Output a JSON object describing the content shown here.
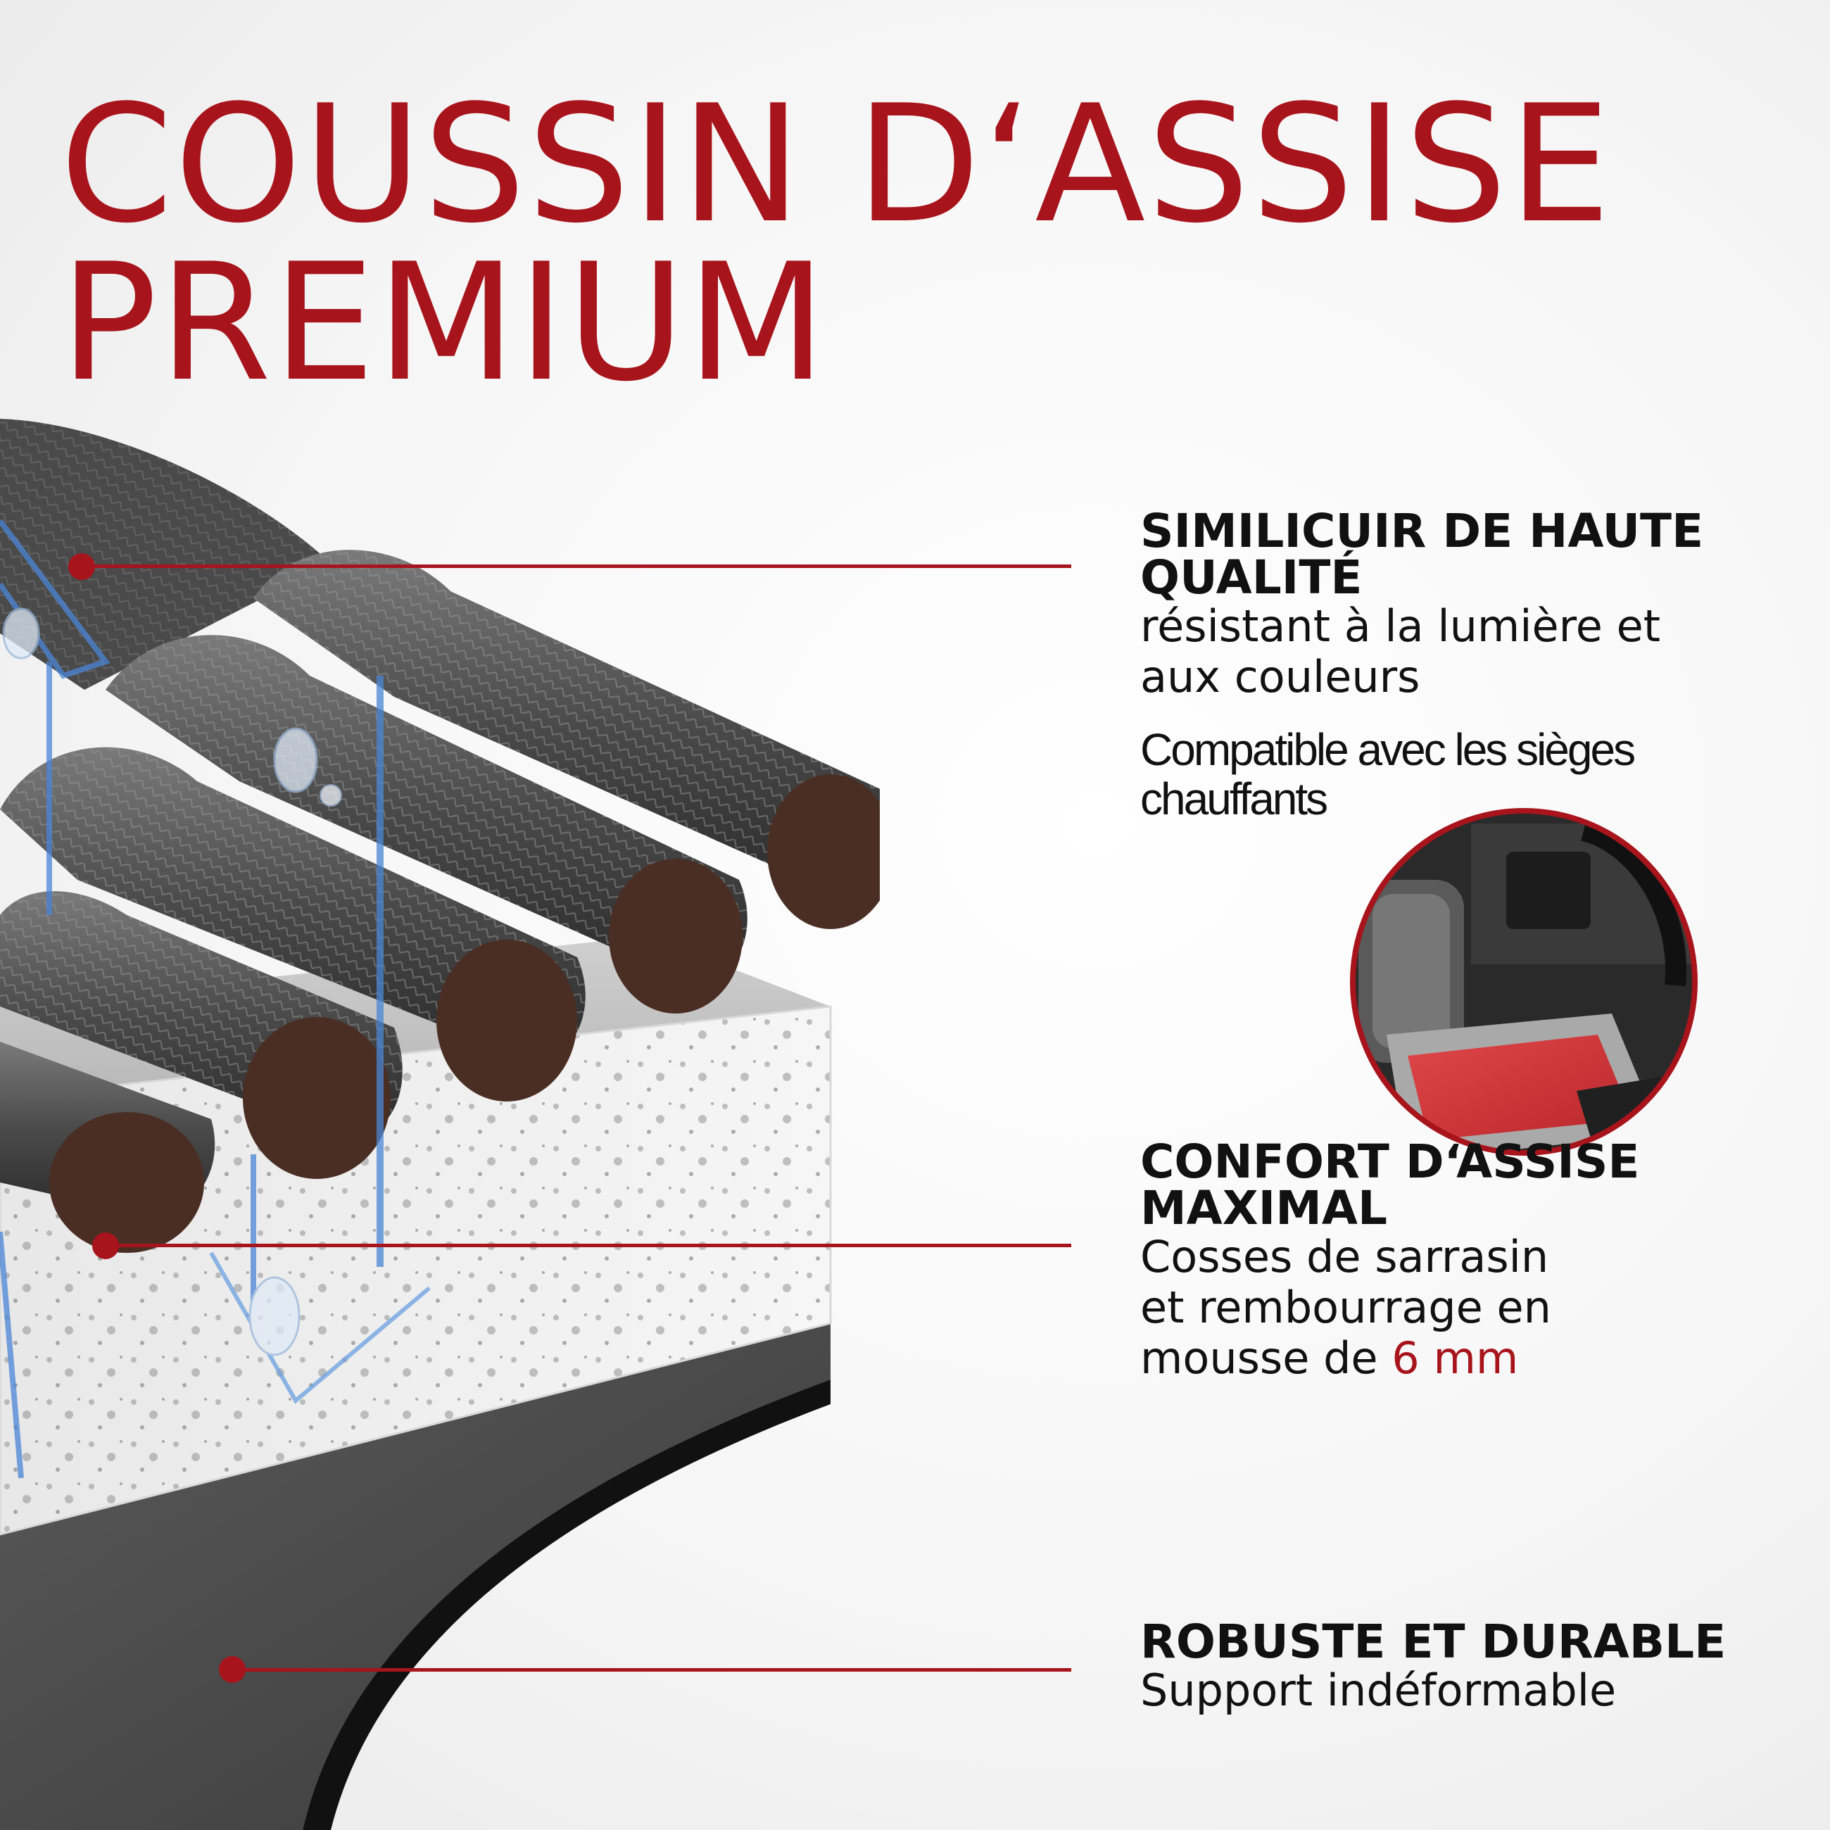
{
  "title": {
    "line1": "COUSSIN D‘ASSISE",
    "line2": "PREMIUM"
  },
  "colors": {
    "accent": "#a8141c",
    "text": "#111111",
    "background": "#f4f4f4"
  },
  "features": [
    {
      "heading_line1": "SIMILICUIR DE HAUTE",
      "heading_line2": "QUALITÉ",
      "text_line1": "résistant à la lumière et",
      "text_line2": "aux couleurs"
    },
    {
      "heading_line1": "CONFORT D‘ASSISE",
      "heading_line2": "MAXIMAL",
      "text_line1": "Cosses de sarrasin",
      "text_line2": "et rembourrage en",
      "text_line3_prefix": "mousse de ",
      "text_line3_accent": "6 mm"
    },
    {
      "heading_line1": "ROBUSTE ET DURABLE",
      "text_line1": "Support indéformable"
    }
  ],
  "compat": {
    "line1": "Compatible avec les sièges",
    "line2": "chauffants"
  },
  "images": {
    "illustration": "seat-cushion-layers-cutaway",
    "car_photo": "heated-car-seat-circle"
  }
}
